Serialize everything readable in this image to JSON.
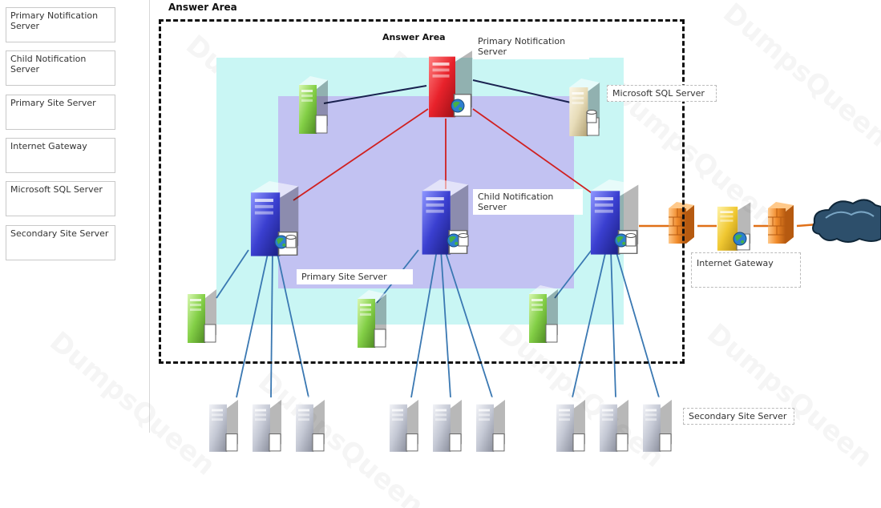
{
  "answer_area_title": "Answer Area",
  "inner_answer_area_title": "Answer Area",
  "options": [
    {
      "label": "Primary Notification Server"
    },
    {
      "label": "Child Notification Server"
    },
    {
      "label": "Primary Site Server"
    },
    {
      "label": "Internet Gateway"
    },
    {
      "label": "Microsoft SQL Server"
    },
    {
      "label": "Secondary Site Server"
    }
  ],
  "placed_labels": {
    "primary_notification": "Primary Notification Server",
    "sql": "Microsoft SQL Server",
    "child_notification": "Child Notification Server",
    "primary_site": "Primary Site Server",
    "internet_gateway": "Internet Gateway",
    "secondary_site": "Secondary Site Server"
  },
  "watermark_text": "DumpsQueen",
  "colors": {
    "cyan_zone": "#c9f6f4",
    "violet_zone": "#c2c2f2",
    "red_server": "#e8222b",
    "blue_server": "#3a3fd0",
    "green_server": "#83cf46",
    "grey_server": "#c4c8d4",
    "beige_server": "#e7dcb8",
    "firewall": "#f08a2a",
    "red_link": "#d02020",
    "dark_link": "#1a2250",
    "blue_link": "#3a78b2",
    "cloud": "#2d4f6b"
  },
  "icons": [
    "server-icon",
    "firewall-icon",
    "cloud-icon",
    "globe-icon",
    "database-icon"
  ]
}
